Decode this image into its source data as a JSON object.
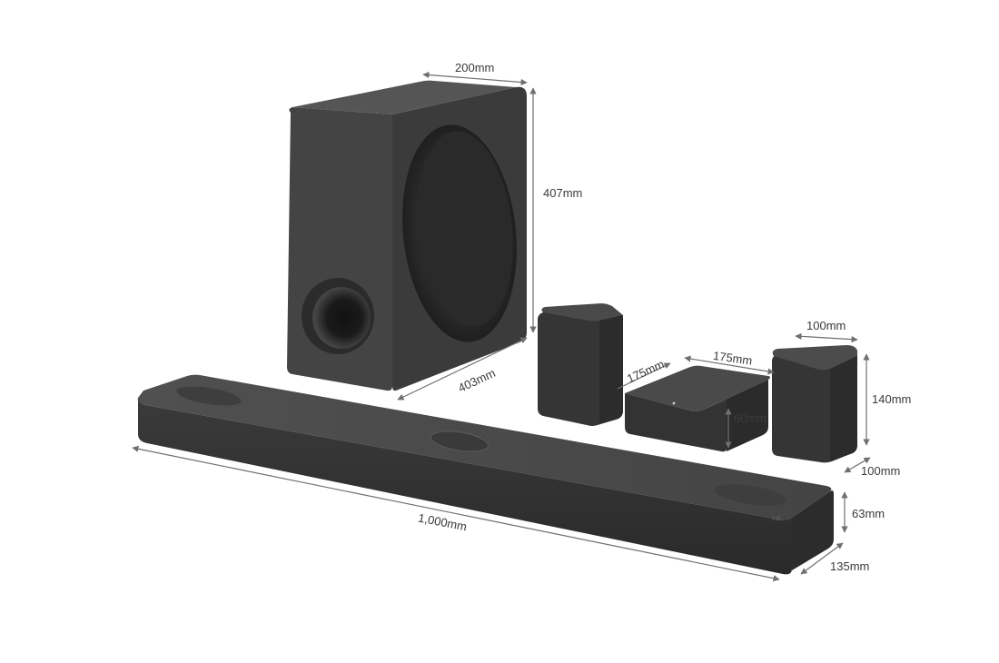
{
  "dimensions": {
    "sub_width": "200mm",
    "sub_height": "407mm",
    "sub_depth": "403mm",
    "rear_depth": "175mm",
    "receiver_width": "175mm",
    "receiver_height": "60mm",
    "rear_width": "100mm",
    "rear_height": "140mm",
    "rear_side": "100mm",
    "bar_width": "1,000mm",
    "bar_height": "63mm",
    "bar_depth": "135mm"
  },
  "brand_mark": "LG",
  "colors": {
    "background": "#ffffff",
    "product_dark": "#2e2e2e",
    "product_mid": "#3c3c3c",
    "product_top": "#4a4a4a",
    "dimension_line": "#6f6f6f"
  }
}
